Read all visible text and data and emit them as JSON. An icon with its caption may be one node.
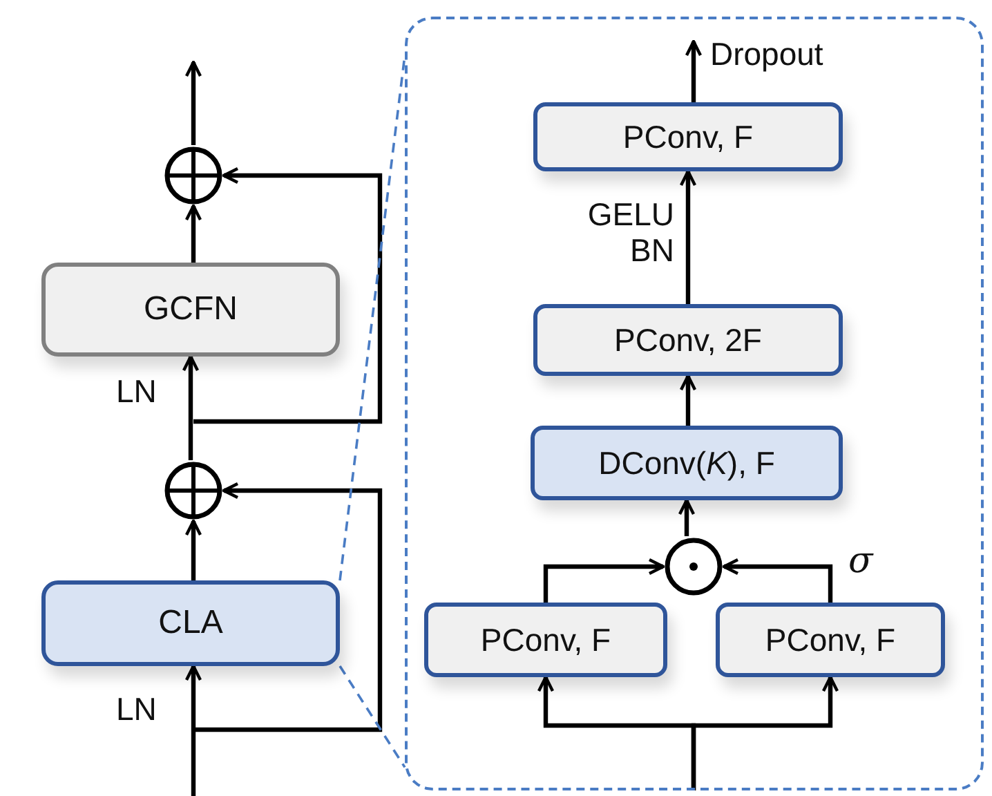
{
  "diagram": {
    "nodes": [
      {
        "text": [
          "CLA"
        ]
      },
      {
        "text": [],
        "shape": "circle"
      },
      {
        "text": [
          "GCFN"
        ]
      },
      {
        "text": [],
        "shape": "circle"
      },
      {
        "text": [],
        "shape": "box"
      },
      {
        "text": [
          "PConv, F"
        ],
        "in": 4
      },
      {
        "text": [
          "PConv, 2F"
        ],
        "in": 4
      },
      {
        "text": [
          "DConv(*K*), F"
        ],
        "in": 4
      },
      {
        "text": [],
        "shape": "circle",
        "in": 4
      },
      {
        "text": [
          "PConv, F"
        ],
        "in": 4
      },
      {
        "text": [
          "PConv, F"
        ],
        "in": 4
      }
    ],
    "edges": [
      {
        "from": null,
        "to": 0,
        "arrow": "to",
        "label": "LN"
      },
      {
        "from": 0,
        "to": 3,
        "arrow": "to"
      },
      {
        "from": null,
        "to": 3,
        "arrow": "to"
      },
      {
        "from": 3,
        "to": 2,
        "arrow": "to",
        "label": "LN"
      },
      {
        "from": 2,
        "to": 1,
        "arrow": "to"
      },
      {
        "from": null,
        "to": 1,
        "arrow": "to"
      },
      {
        "from": 1,
        "to": null,
        "arrow": "to"
      },
      {
        "from": 0,
        "to": 4,
        "arrow": "none",
        "style": "dashed",
        "color": "#4a7cc4"
      },
      {
        "from": 0,
        "to": 4,
        "arrow": "none",
        "style": "dashed",
        "color": "#4a7cc4"
      },
      {
        "from": null,
        "to": 9,
        "arrow": "to"
      },
      {
        "from": null,
        "to": 10,
        "arrow": "to"
      },
      {
        "from": 9,
        "to": 8,
        "arrow": "to"
      },
      {
        "from": 10,
        "to": 8,
        "arrow": "to",
        "label": "σ"
      },
      {
        "from": 8,
        "to": 7,
        "arrow": "to"
      },
      {
        "from": 7,
        "to": 6,
        "arrow": "to"
      },
      {
        "from": 6,
        "to": 5,
        "arrow": "to",
        "label": "GELU BN"
      },
      {
        "from": 5,
        "to": null,
        "arrow": "to",
        "label": "Dropout"
      }
    ]
  }
}
